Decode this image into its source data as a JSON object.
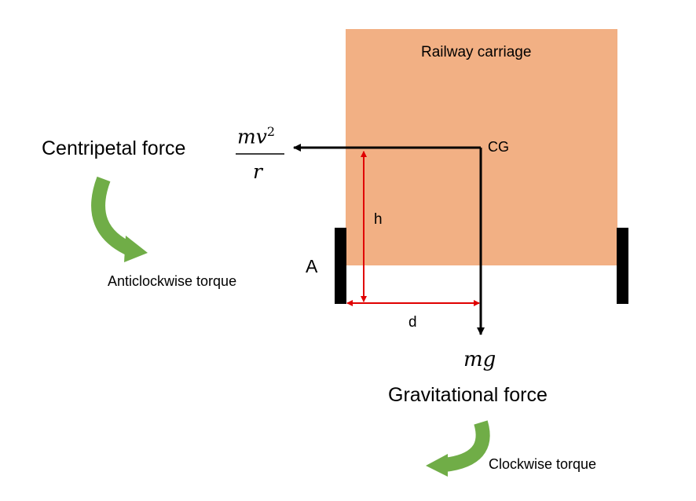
{
  "carriage": {
    "label": "Railway carriage",
    "color": "#F2B084"
  },
  "cg_label": "CG",
  "point_a_label": "A",
  "h_label": "h",
  "d_label": "d",
  "centripetal": {
    "label": "Centripetal force",
    "numerator_base": "mv",
    "numerator_exp": "2",
    "denominator": "r"
  },
  "gravitational": {
    "label": "Gravitational force",
    "expression": "mg"
  },
  "torques": {
    "anticlockwise": "Anticlockwise torque",
    "clockwise": "Clockwise torque"
  },
  "colors": {
    "accent_green": "#70AD47",
    "dimension_red": "#E00000",
    "rail": "#000000",
    "arrow": "#000000"
  }
}
